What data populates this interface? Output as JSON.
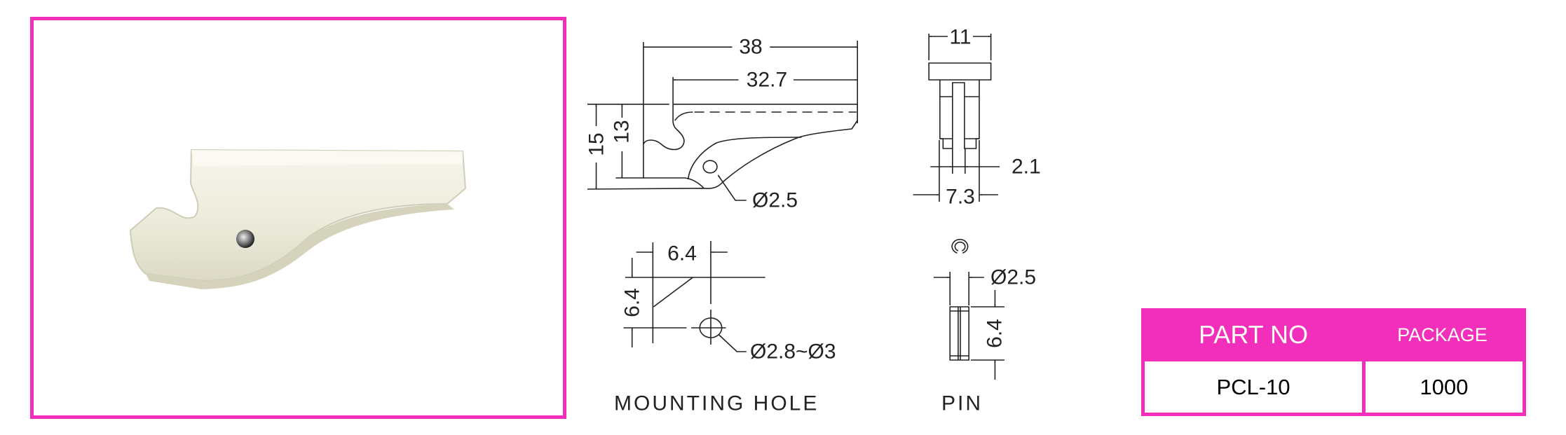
{
  "colors": {
    "accent": "#f22fbb",
    "line": "#222222"
  },
  "side_view": {
    "dim_overall_length": "38",
    "dim_top_length": "32.7",
    "dim_overall_height": "15",
    "dim_height": "13",
    "dim_hole": "Ø2.5"
  },
  "front_view": {
    "dim_width": "11",
    "dim_slot": "2.1",
    "dim_leg_width": "7.3"
  },
  "mounting_hole": {
    "dim_horizontal": "6.4",
    "dim_vertical": "6.4",
    "dim_hole": "Ø2.8~Ø3",
    "caption": "MOUNTING HOLE"
  },
  "pin": {
    "dim_diameter": "Ø2.5",
    "dim_length": "6.4",
    "caption": "PIN"
  },
  "table": {
    "headers": [
      "PART NO",
      "PACKAGE"
    ],
    "rows": [
      [
        "PCL-10",
        "1000"
      ]
    ]
  }
}
